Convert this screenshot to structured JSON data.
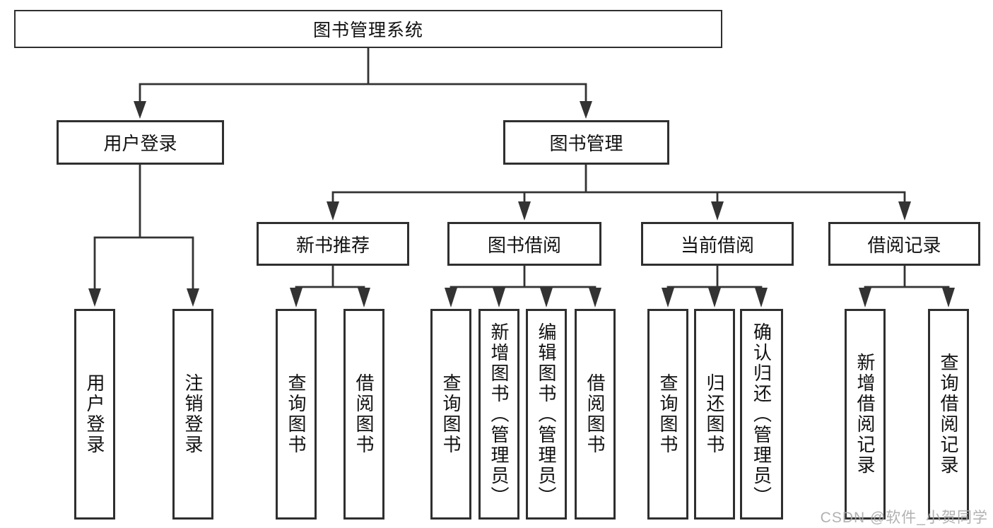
{
  "tree": {
    "root": {
      "label": "图书管理系统"
    },
    "branches": [
      {
        "label": "用户登录",
        "children": [
          {
            "label": "用户登录"
          },
          {
            "label": "注销登录"
          }
        ]
      },
      {
        "label": "图书管理",
        "children": [
          {
            "label": "新书推荐",
            "children": [
              {
                "label": "查询图书"
              },
              {
                "label": "借阅图书"
              }
            ]
          },
          {
            "label": "图书借阅",
            "children": [
              {
                "label": "查询图书"
              },
              {
                "label": "新增图书（管理员）"
              },
              {
                "label": "编辑图书（管理员）"
              },
              {
                "label": "借阅图书"
              }
            ]
          },
          {
            "label": "当前借阅",
            "children": [
              {
                "label": "查询图书"
              },
              {
                "label": "归还图书"
              },
              {
                "label": "确认归还（管理员）"
              }
            ]
          },
          {
            "label": "借阅记录",
            "children": [
              {
                "label": "新增借阅记录"
              },
              {
                "label": "查询借阅记录"
              }
            ]
          }
        ]
      }
    ]
  },
  "watermark": {
    "text": "CSDN @软件_小贺同学"
  },
  "colors": {
    "line": "#333333",
    "box_border": "#2f2f2f",
    "text": "#111111",
    "watermark": "#a9a9a9",
    "background": "#ffffff"
  }
}
